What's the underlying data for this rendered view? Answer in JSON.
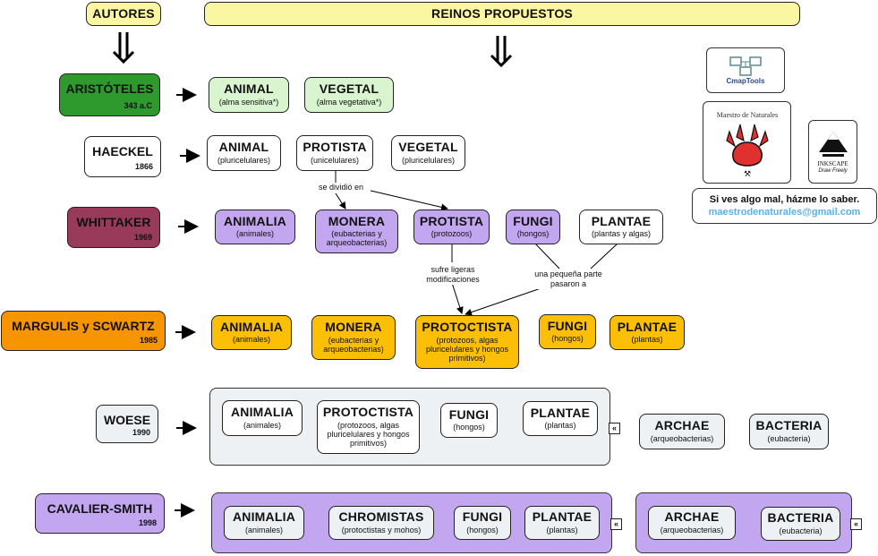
{
  "headers": {
    "authors": "AUTORES",
    "kingdoms": "REINOS PROPUESTOS"
  },
  "authors": [
    {
      "name": "ARISTÓTELES",
      "year": "343 a.C"
    },
    {
      "name": "HAECKEL",
      "year": "1866"
    },
    {
      "name": "WHITTAKER",
      "year": "1969"
    },
    {
      "name": "MARGULIS y SCWARTZ",
      "year": "1985"
    },
    {
      "name": "WOESE",
      "year": "1990"
    },
    {
      "name": "CAVALIER-SMITH",
      "year": "1998"
    }
  ],
  "row_aristoteles": [
    {
      "title": "ANIMAL",
      "sub": "(alma sensitiva*)"
    },
    {
      "title": "VEGETAL",
      "sub": "(alma vegetativa*)"
    }
  ],
  "row_haeckel": [
    {
      "title": "ANIMAL",
      "sub": "(pluricelulares)"
    },
    {
      "title": "PROTISTA",
      "sub": "(unicelulares)"
    },
    {
      "title": "VEGETAL",
      "sub": "(pluricelulares)"
    }
  ],
  "row_whittaker": [
    {
      "title": "ANIMALIA",
      "sub": "(animales)"
    },
    {
      "title": "MONERA",
      "sub": "(eubacterias y arqueobacterias)"
    },
    {
      "title": "PROTISTA",
      "sub": "(protozoos)"
    },
    {
      "title": "FUNGI",
      "sub": "(hongos)"
    },
    {
      "title": "PLANTAE",
      "sub": "(plantas y algas)"
    }
  ],
  "row_margulis": [
    {
      "title": "ANIMALIA",
      "sub": "(animales)"
    },
    {
      "title": "MONERA",
      "sub": "(eubacterias y arqueobacterias)"
    },
    {
      "title": "PROTOCTISTA",
      "sub": "(protozoos, algas pluricelulares y hongos primitivos)"
    },
    {
      "title": "FUNGI",
      "sub": "(hongos)"
    },
    {
      "title": "PLANTAE",
      "sub": "(plantas)"
    }
  ],
  "row_woese": [
    {
      "title": "ANIMALIA",
      "sub": "(animales)"
    },
    {
      "title": "PROTOCTISTA",
      "sub": "(protozoos, algas pluricelulares y hongos primitivos)"
    },
    {
      "title": "FUNGI",
      "sub": "(hongos)"
    },
    {
      "title": "PLANTAE",
      "sub": "(plantas)"
    },
    {
      "title": "ARCHAE",
      "sub": "(arqueobacterias)"
    },
    {
      "title": "BACTERIA",
      "sub": "(eubacteria)"
    }
  ],
  "row_cavalier": [
    {
      "title": "ANIMALIA",
      "sub": "(animales)"
    },
    {
      "title": "CHROMISTAS",
      "sub": "(protoctistas y mohos)"
    },
    {
      "title": "FUNGI",
      "sub": "(hongos)"
    },
    {
      "title": "PLANTAE",
      "sub": "(plantas)"
    },
    {
      "title": "ARCHAE",
      "sub": "(arqueobacterias)"
    },
    {
      "title": "BACTERIA",
      "sub": "(eubacteria)"
    }
  ],
  "links": {
    "split": "se dividió en",
    "modified": "sufre ligeras modificaciones",
    "part": "una pequeña parte pasaron a"
  },
  "logos": {
    "cmap": "CmapTools",
    "maestro": "Maestro de Naturales",
    "inkscape": "INKSCAPE",
    "inkscape_tag": "Draw Freely"
  },
  "contact": {
    "note": "Si ves algo mal, házme lo saber.",
    "email": "maestrodenaturales@gmail.com"
  },
  "expand_glyph": "«"
}
